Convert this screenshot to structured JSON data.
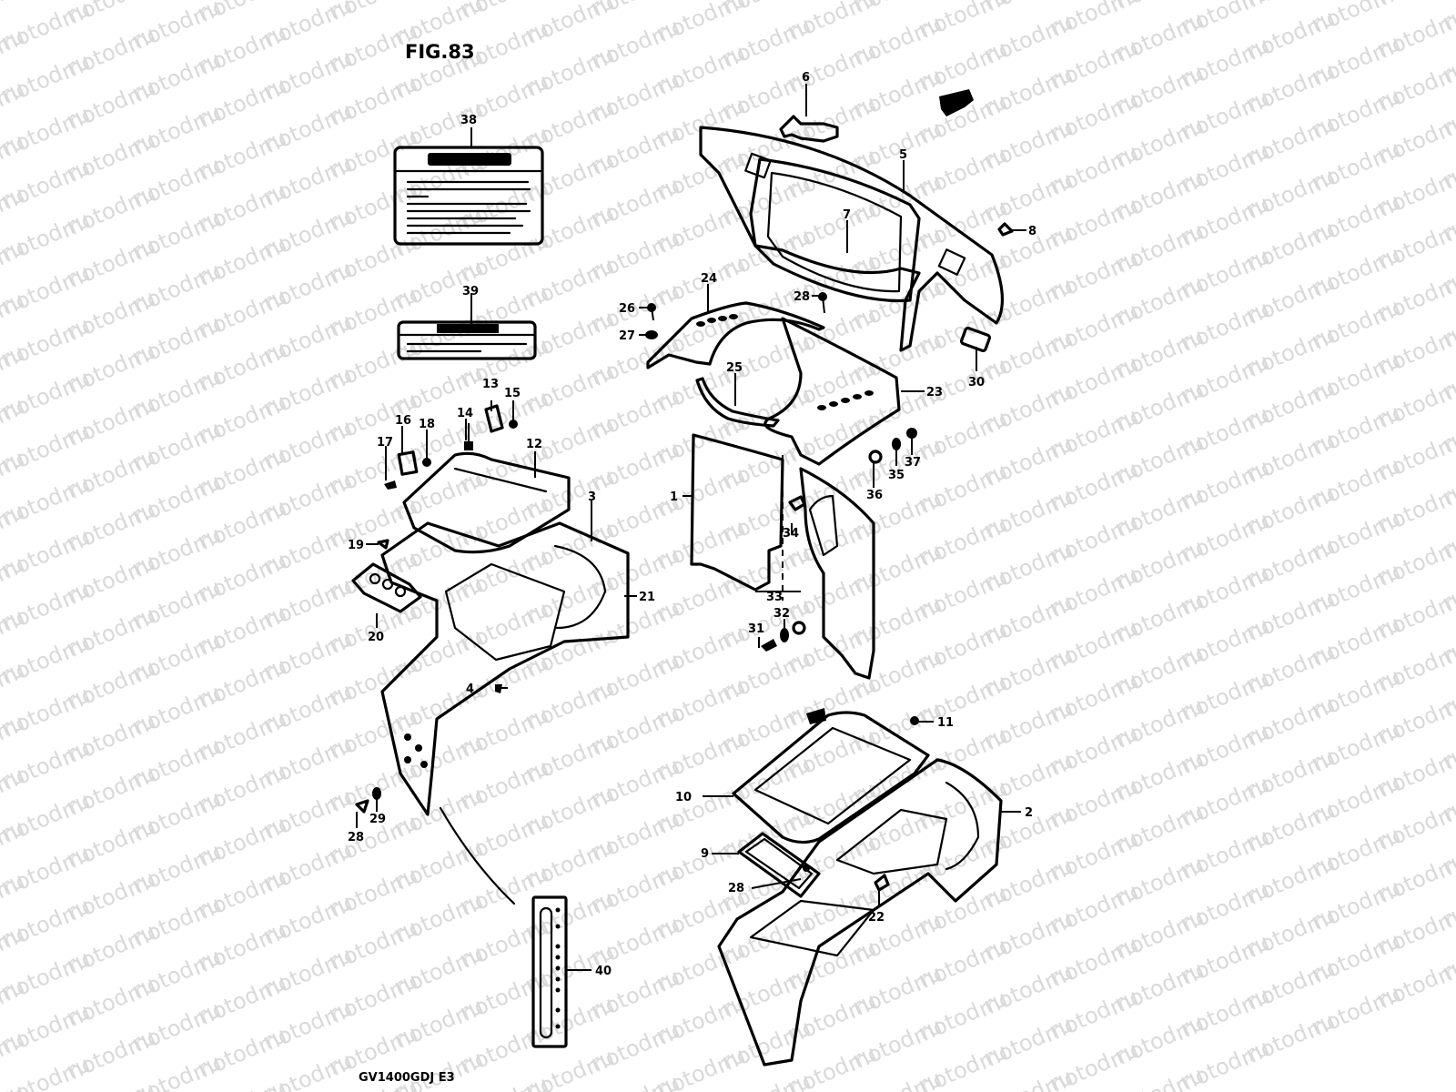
{
  "figure": {
    "title": "FIG.83",
    "model_code": "GV1400GDJ  E3",
    "watermark": "motod.ru"
  },
  "callouts": [
    {
      "id": "1",
      "text": "1"
    },
    {
      "id": "2",
      "text": "2"
    },
    {
      "id": "3",
      "text": "3"
    },
    {
      "id": "4",
      "text": "4"
    },
    {
      "id": "5",
      "text": "5"
    },
    {
      "id": "6",
      "text": "6"
    },
    {
      "id": "7",
      "text": "7"
    },
    {
      "id": "8",
      "text": "8"
    },
    {
      "id": "9",
      "text": "9"
    },
    {
      "id": "10",
      "text": "10"
    },
    {
      "id": "11",
      "text": "11"
    },
    {
      "id": "12",
      "text": "12"
    },
    {
      "id": "13",
      "text": "13"
    },
    {
      "id": "14",
      "text": "14"
    },
    {
      "id": "15",
      "text": "15"
    },
    {
      "id": "16",
      "text": "16"
    },
    {
      "id": "17",
      "text": "17"
    },
    {
      "id": "18",
      "text": "18"
    },
    {
      "id": "19",
      "text": "19"
    },
    {
      "id": "20",
      "text": "20"
    },
    {
      "id": "21",
      "text": "21"
    },
    {
      "id": "22",
      "text": "22"
    },
    {
      "id": "23",
      "text": "23"
    },
    {
      "id": "24",
      "text": "24"
    },
    {
      "id": "25",
      "text": "25"
    },
    {
      "id": "26",
      "text": "26"
    },
    {
      "id": "27",
      "text": "27"
    },
    {
      "id": "28a",
      "text": "28"
    },
    {
      "id": "28b",
      "text": "28"
    },
    {
      "id": "28c",
      "text": "28"
    },
    {
      "id": "29",
      "text": "29"
    },
    {
      "id": "30",
      "text": "30"
    },
    {
      "id": "31",
      "text": "31"
    },
    {
      "id": "32",
      "text": "32"
    },
    {
      "id": "33",
      "text": "33"
    },
    {
      "id": "34",
      "text": "34"
    },
    {
      "id": "35",
      "text": "35"
    },
    {
      "id": "36",
      "text": "36"
    },
    {
      "id": "37",
      "text": "37"
    },
    {
      "id": "38",
      "text": "38"
    },
    {
      "id": "39",
      "text": "39"
    },
    {
      "id": "40",
      "text": "40"
    }
  ]
}
